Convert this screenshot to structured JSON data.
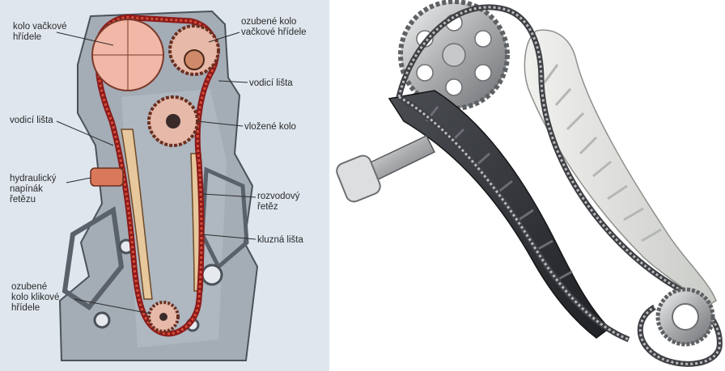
{
  "diagram": {
    "labels": {
      "camshaft_wheel": [
        "kolo vačkové",
        "hřídele"
      ],
      "camshaft_sprocket": [
        "ozubené kolo",
        "vačkové hřídele"
      ],
      "guide_rail_upper": "vodicí lišta",
      "guide_rail_left": "vodicí lišta",
      "intermediate_wheel": "vložené kolo",
      "hydraulic_tensioner": [
        "hydraulický",
        "napínák",
        "řetězu"
      ],
      "timing_chain": [
        "rozvodový",
        "řetěz"
      ],
      "sliding_rail": "kluzná lišta",
      "crankshaft_sprocket": [
        "ozubené",
        "kolo klikové",
        "hřídele"
      ]
    },
    "colors": {
      "chain": "#8b1a1a",
      "chain_links": "#d94f3a",
      "cam_wheel": "#f2b7a6",
      "gear": "#e7b9a9",
      "rail": "#e7c79c",
      "tensioner": "#d9785a",
      "engine_block": "#9aa3ad",
      "background": "#dfe6ee"
    }
  },
  "photo": {
    "subject": "timing chain kit with sprocket, guide rails and tensioner"
  }
}
